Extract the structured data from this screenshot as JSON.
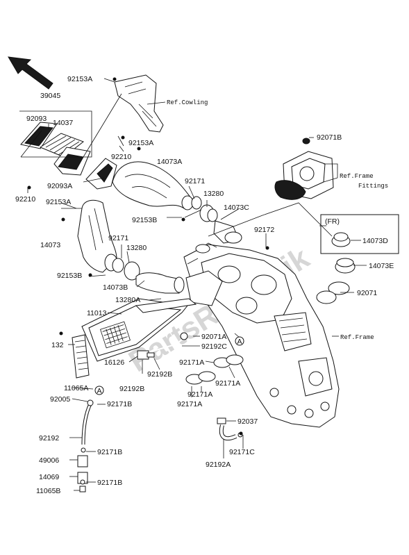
{
  "watermark": "PartsRepublik",
  "inset_tag": "(FR)",
  "callout_letter": "A",
  "references": {
    "cowling": "Ref.Cowling",
    "frame_fittings_1": "Ref.Frame",
    "frame_fittings_2": "Fittings",
    "frame": "Ref.Frame"
  },
  "labels": {
    "p92153A_top": "92153A",
    "p39045": "39045",
    "p92093": "92093",
    "p14037": "14037",
    "p92153A_mid": "92153A",
    "p92210_right": "92210",
    "p14073A": "14073A",
    "p92093A": "92093A",
    "p92210_left": "92210",
    "p92153A_left": "92153A",
    "p92171_top": "92171",
    "p13280_top": "13280",
    "p14073C": "14073C",
    "p92153B_top": "92153B",
    "p92071B": "92071B",
    "p92172": "92172",
    "p14073": "14073",
    "p92171_mid": "92171",
    "p13280_mid": "13280",
    "p92153B_mid": "92153B",
    "p14073B": "14073B",
    "p14073D": "14073D",
    "p14073E": "14073E",
    "p92071": "92071",
    "p13280A": "13280A",
    "p11013": "11013",
    "p92071A": "92071A",
    "p92192C": "92192C",
    "p132": "132",
    "p16126": "16126",
    "p92192B": "92192B",
    "p92171A_1": "92171A",
    "p92171A_2": "92171A",
    "p92171A_3": "92171A",
    "p92171A_4": "92171A",
    "p92192B_left": "92192B",
    "p11065A": "11065A",
    "p92005": "92005",
    "p92171B_1": "92171B",
    "p92192": "92192",
    "p92171B_2": "92171B",
    "p49006": "49006",
    "p14069": "14069",
    "p92171B_3": "92171B",
    "p11065B": "11065B",
    "p92037": "92037",
    "p92171C": "92171C",
    "p92192A": "92192A"
  }
}
